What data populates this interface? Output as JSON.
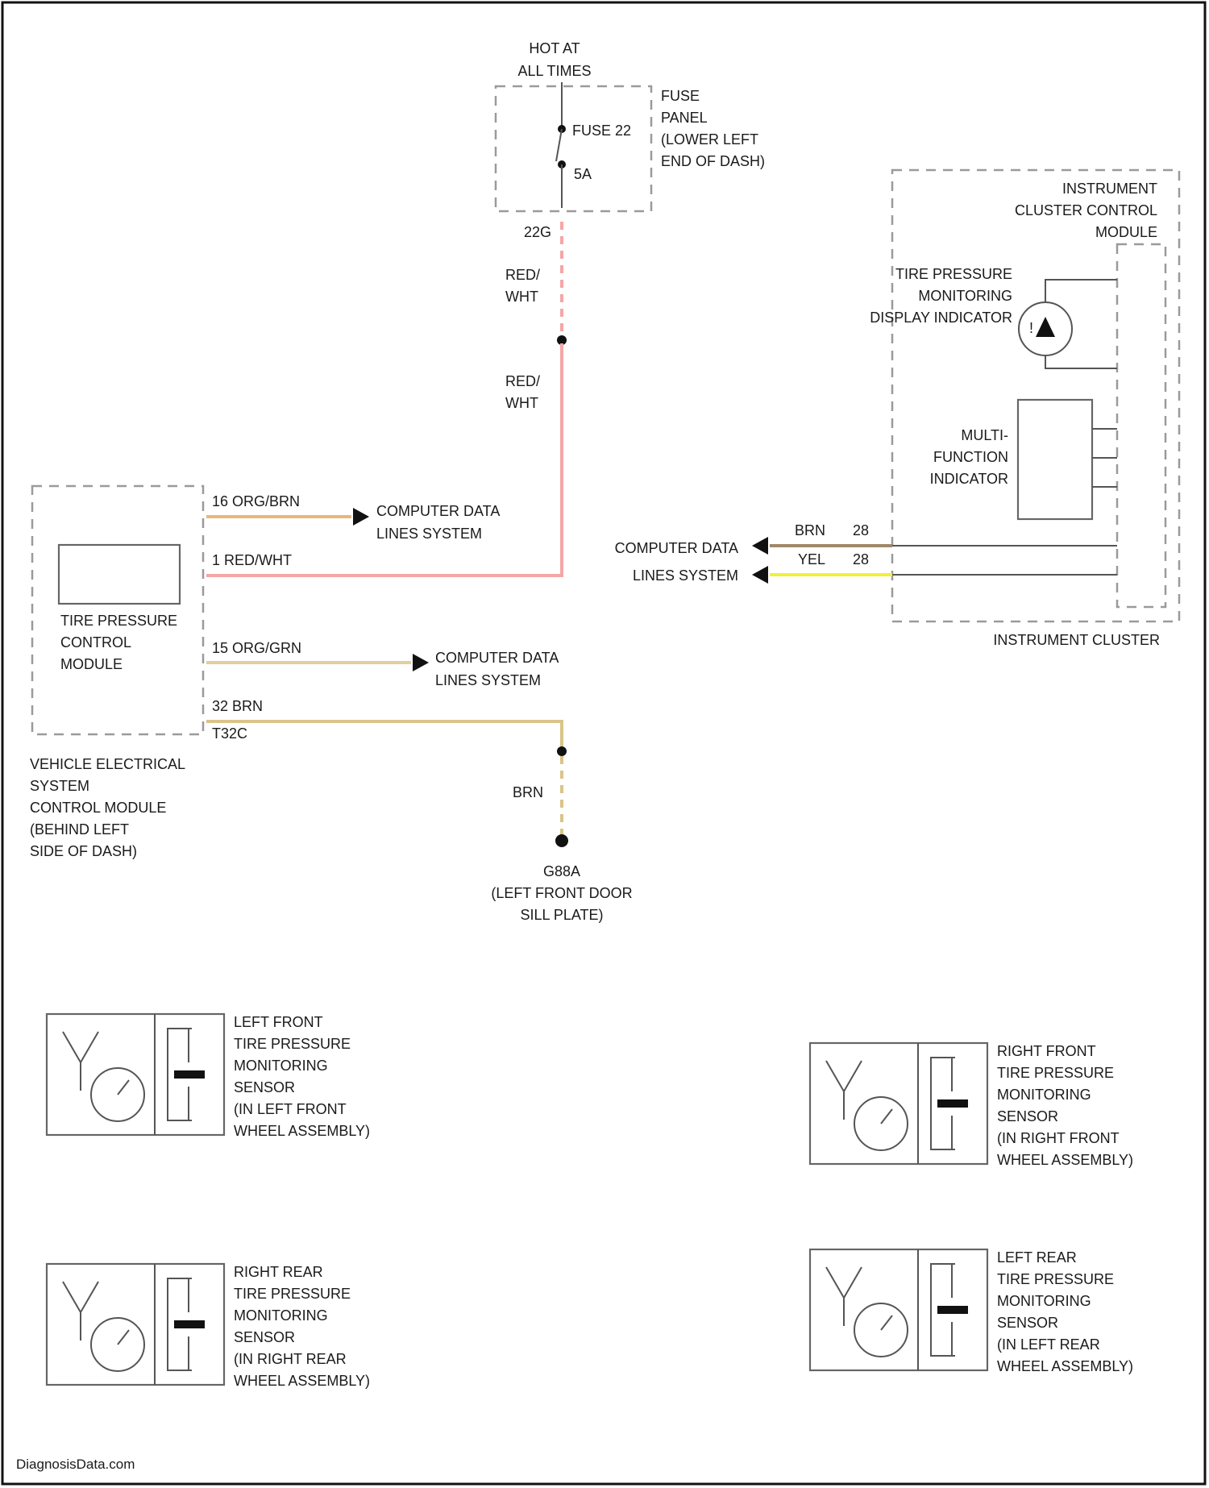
{
  "colors": {
    "red_wht": "#f6a6a6",
    "org_brn": "#e8b878",
    "org_grn": "#e2cf9a",
    "brn": "#d9c48a",
    "yel": "#f2ef3a",
    "brn_dark": "#a08868"
  },
  "power": {
    "hot_at_line1": "HOT AT",
    "hot_at_line2": "ALL TIMES",
    "fuse_panel_lines": [
      "FUSE",
      "PANEL",
      "(LOWER LEFT",
      "END OF DASH)"
    ],
    "fuse_label": "FUSE 22",
    "fuse_rating": "5A",
    "connector_pin": "22G"
  },
  "wire_labels": {
    "red_wht_upper": [
      "RED/",
      "WHT"
    ],
    "red_wht_lower": [
      "RED/",
      "WHT"
    ],
    "brn_ground": "BRN"
  },
  "tpcm": {
    "name_lines": [
      "TIRE PRESSURE",
      "CONTROL",
      "MODULE"
    ],
    "pin_16_label": "16  ORG/BRN",
    "pin_1_label": "1   RED/WHT",
    "pin_15_label": "15  ORG/GRN",
    "pin_32_label": "32  BRN",
    "pin_32_connector": "T32C",
    "cdl_16_lines": [
      "COMPUTER DATA",
      "LINES SYSTEM"
    ],
    "cdl_15_lines": [
      "COMPUTER DATA",
      "LINES SYSTEM"
    ]
  },
  "vesc": {
    "name_lines": [
      "VEHICLE ELECTRICAL",
      "SYSTEM",
      "CONTROL MODULE",
      "(BEHIND LEFT",
      "SIDE OF DASH)"
    ]
  },
  "ground": {
    "name_lines": [
      "G88A",
      "(LEFT FRONT DOOR",
      "SILL PLATE)"
    ]
  },
  "cluster": {
    "module_lines": [
      "INSTRUMENT",
      "CLUSTER CONTROL",
      "MODULE"
    ],
    "tpms_indicator_lines": [
      "TIRE PRESSURE",
      "MONITORING",
      "DISPLAY INDICATOR"
    ],
    "mfi_lines": [
      "MULTI-",
      "FUNCTION",
      "INDICATOR"
    ],
    "cluster_name": "INSTRUMENT CLUSTER",
    "wire_brn": "BRN",
    "wire_brn_pin": "28",
    "wire_yel": "YEL",
    "wire_yel_pin": "28",
    "cdl_lines": [
      "COMPUTER DATA",
      "LINES SYSTEM"
    ]
  },
  "sensors": [
    {
      "lines": [
        "LEFT FRONT",
        "TIRE PRESSURE",
        "MONITORING",
        "SENSOR",
        "(IN LEFT FRONT",
        "WHEEL ASSEMBLY)"
      ]
    },
    {
      "lines": [
        "RIGHT FRONT",
        "TIRE PRESSURE",
        "MONITORING",
        "SENSOR",
        "(IN RIGHT FRONT",
        "WHEEL ASSEMBLY)"
      ]
    },
    {
      "lines": [
        "RIGHT REAR",
        "TIRE PRESSURE",
        "MONITORING",
        "SENSOR",
        "(IN RIGHT REAR",
        "WHEEL ASSEMBLY)"
      ]
    },
    {
      "lines": [
        "LEFT REAR",
        "TIRE PRESSURE",
        "MONITORING",
        "SENSOR",
        "(IN LEFT REAR",
        "WHEEL ASSEMBLY)"
      ]
    }
  ],
  "footer": {
    "watermark": "DiagnosisData.com"
  }
}
